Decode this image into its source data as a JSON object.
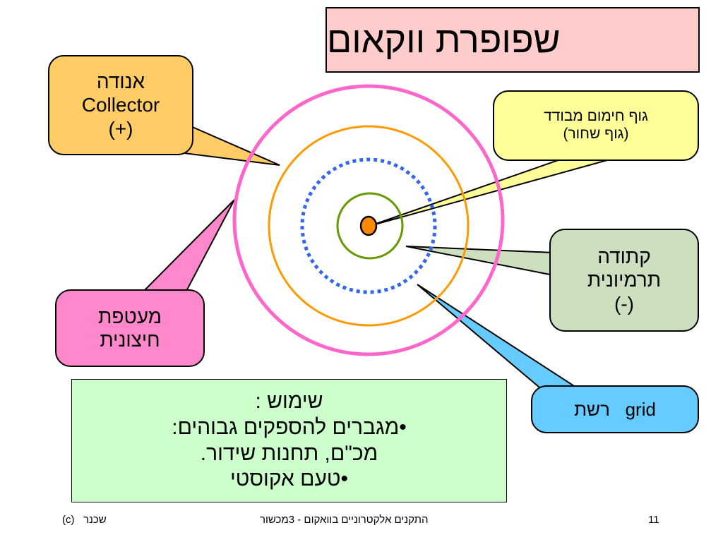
{
  "title": "שפופרת ווקאום",
  "callouts": {
    "anode": {
      "line1": "אנודה",
      "line2": "Collector",
      "line3": "(+)"
    },
    "black_body": {
      "line1": "גוף חימום מבודד",
      "line2": "(גוף שחור)"
    },
    "cathode": {
      "line1": "קתודה",
      "line2": "תרמיונית",
      "line3": "(-)"
    },
    "envelope": {
      "line1": "מעטפת",
      "line2": "חיצונית"
    },
    "grid": {
      "english": "grid",
      "hebrew": "רשת"
    }
  },
  "usage": {
    "heading": "שימוש :",
    "item1": "•מגברים להספקים גבוהים:",
    "item1_cont": "מכ\"ם, תחנות שידור.",
    "item2": "•טעם אקוסטי"
  },
  "footer": {
    "author": "(c)   שכנר",
    "course": "התקנים אלקטרוניים בוואקום - 3מכשור",
    "page": "11"
  },
  "colors": {
    "envelope_ring": "#ff66cc",
    "anode_ring": "#ff9900",
    "grid_ring": "#3366ee",
    "cathode_ring": "#669900",
    "heater": "#ff8800"
  }
}
